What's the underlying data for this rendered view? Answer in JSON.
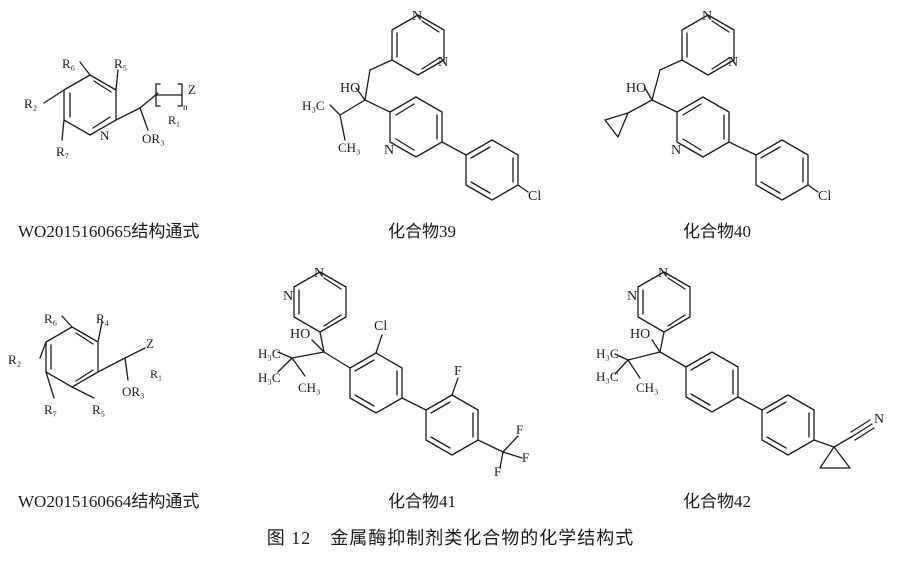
{
  "structures": [
    {
      "caption": "WO2015160665结构通式",
      "atoms": {
        "r6": "R₆",
        "r5": "R₅",
        "r2": "R₂",
        "r7": "R₇",
        "n": "N",
        "z": "Z",
        "sub_n": "n",
        "r1": "R₁",
        "or3": "OR₃"
      }
    },
    {
      "caption": "化合物39",
      "atoms": {
        "pym_n1": "N",
        "pym_n2": "N",
        "ho": "HO",
        "h3c": "H₃C",
        "ch3": "CH₃",
        "py_n": "N",
        "cl": "Cl"
      }
    },
    {
      "caption": "化合物40",
      "atoms": {
        "pym_n1": "N",
        "pym_n2": "N",
        "ho": "HO",
        "py_n": "N",
        "cl": "Cl"
      }
    },
    {
      "caption": "WO2015160664结构通式",
      "atoms": {
        "r6": "R₆",
        "r4": "R₄",
        "r2": "R₂",
        "r7": "R₇",
        "r5": "R₅",
        "z": "Z",
        "r1": "R₁",
        "or3": "OR₃"
      }
    },
    {
      "caption": "化合物41",
      "atoms": {
        "pym_n1": "N",
        "pym_n2": "N",
        "ho": "HO",
        "cl": "Cl",
        "h3c_a": "H₃C",
        "h3c_b": "H₃C",
        "ch3": "CH₃",
        "f": "F",
        "cf3_f1": "F",
        "cf3_f2": "F",
        "cf3_f3": "F"
      }
    },
    {
      "caption": "化合物42",
      "atoms": {
        "pym_n1": "N",
        "pym_n2": "N",
        "ho": "HO",
        "h3c_a": "H₃C",
        "h3c_b": "H₃C",
        "ch3": "CH₃",
        "cn_n": "N"
      }
    }
  ],
  "figure_caption": "图 12　金属酶抑制剂类化合物的化学结构式"
}
